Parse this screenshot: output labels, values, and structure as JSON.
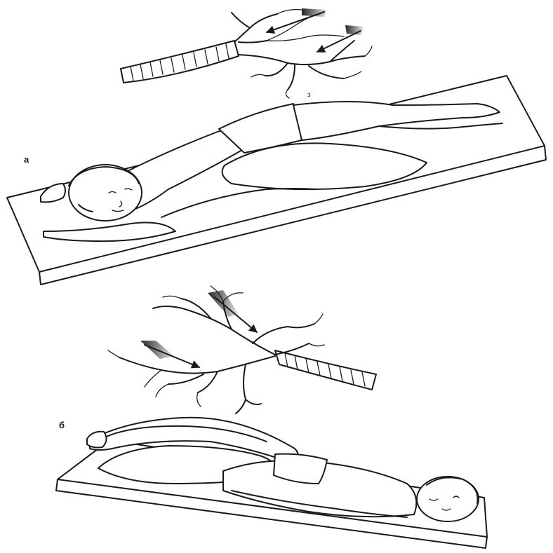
{
  "figure": {
    "panel_a": {
      "label": "а",
      "small_mark": "з"
    },
    "panel_b": {
      "label": "б"
    }
  },
  "colors": {
    "ink": "#1a1a1a",
    "paper": "#ffffff"
  },
  "icons": [
    "bronchial-tree-icon",
    "drainage-arrow-icon",
    "patient-figure-icon",
    "table-icon"
  ]
}
